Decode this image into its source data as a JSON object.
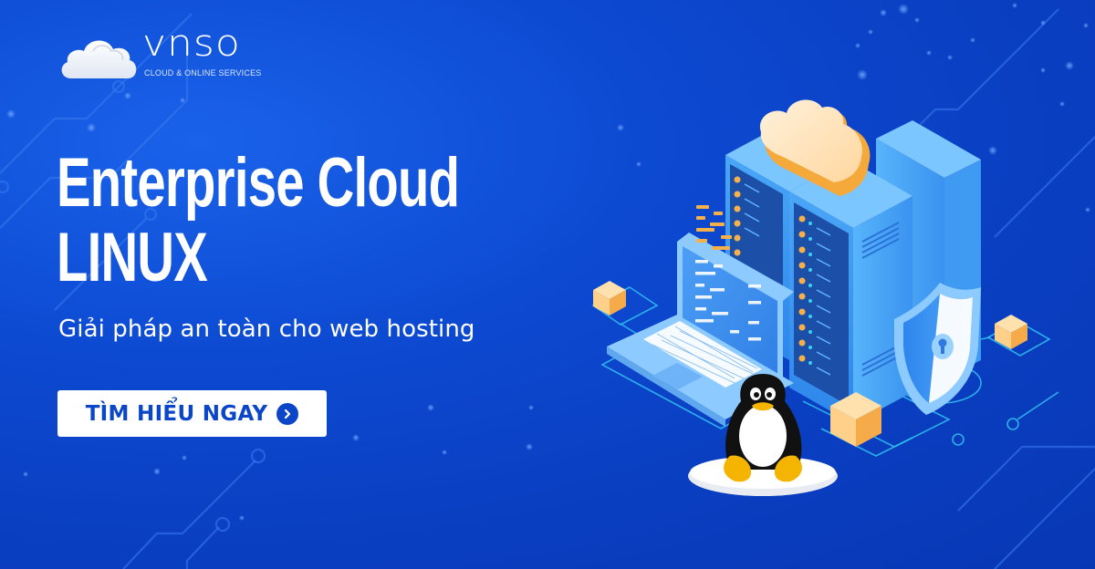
{
  "brand": {
    "name": "vnso",
    "tagline": "CLOUD & ONLINE SERVICES",
    "logo_icon": "cloud-icon"
  },
  "hero": {
    "title_line1": "Enterprise Cloud",
    "title_line2": "LINUX",
    "subtitle": "Giải pháp an toàn cho web hosting"
  },
  "cta": {
    "label": "TÌM HIỂU NGAY",
    "icon": "chevron-right-circle-icon"
  },
  "illustration": {
    "elements": [
      "server-rack",
      "cloud",
      "laptop",
      "code-lines",
      "shield-lock",
      "tux-penguin",
      "data-cubes",
      "circuit-lines"
    ]
  },
  "colors": {
    "background": "#0a3fc2",
    "background_highlight": "#1a62ea",
    "text": "#ffffff",
    "cta_bg": "#ffffff",
    "cta_text": "#0b46c8",
    "server_blue": "#4aa3f5",
    "cloud_orange": "#f6a93b",
    "cloud_cream": "#ffe3b8",
    "cube_orange": "#fbc067"
  }
}
